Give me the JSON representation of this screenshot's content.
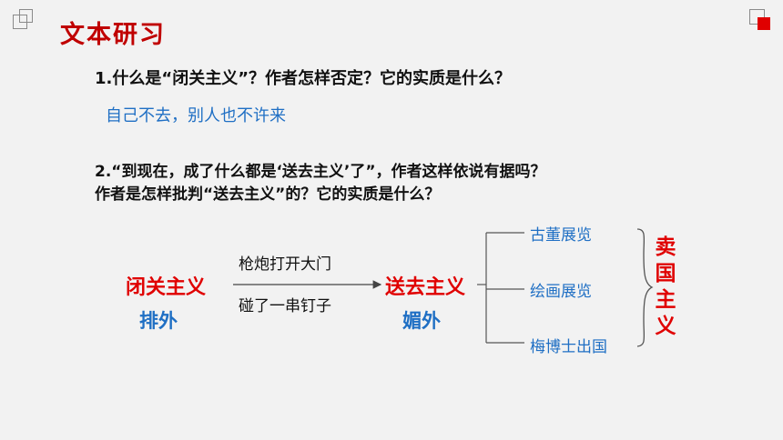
{
  "slide": {
    "title": "文本研习",
    "question1": "1.什么是“闭关主义”？作者怎样否定？它的实质是什么？",
    "answer1": "自己不去，别人也不许来",
    "question2_line1": "2.“到现在，成了什么都是‘送去主义’了”，作者这样依说有据吗？",
    "question2_line2": "作者是怎样批判“送去主义”的？它的实质是什么？"
  },
  "diagram": {
    "left_term": "闭关主义",
    "left_sub": "排外",
    "arrow_above": "枪炮打开大门",
    "arrow_below": "碰了一串钉子",
    "right_term": "送去主义",
    "right_sub": "媚外",
    "branches": [
      "古董展览",
      "绘画展览",
      "梅博士出国"
    ],
    "conclusion": [
      "卖",
      "国",
      "主",
      "义"
    ]
  },
  "colors": {
    "title_red": "#c00000",
    "accent_red": "#e00000",
    "accent_blue": "#1f6fc4",
    "background": "#f2f2f2"
  }
}
